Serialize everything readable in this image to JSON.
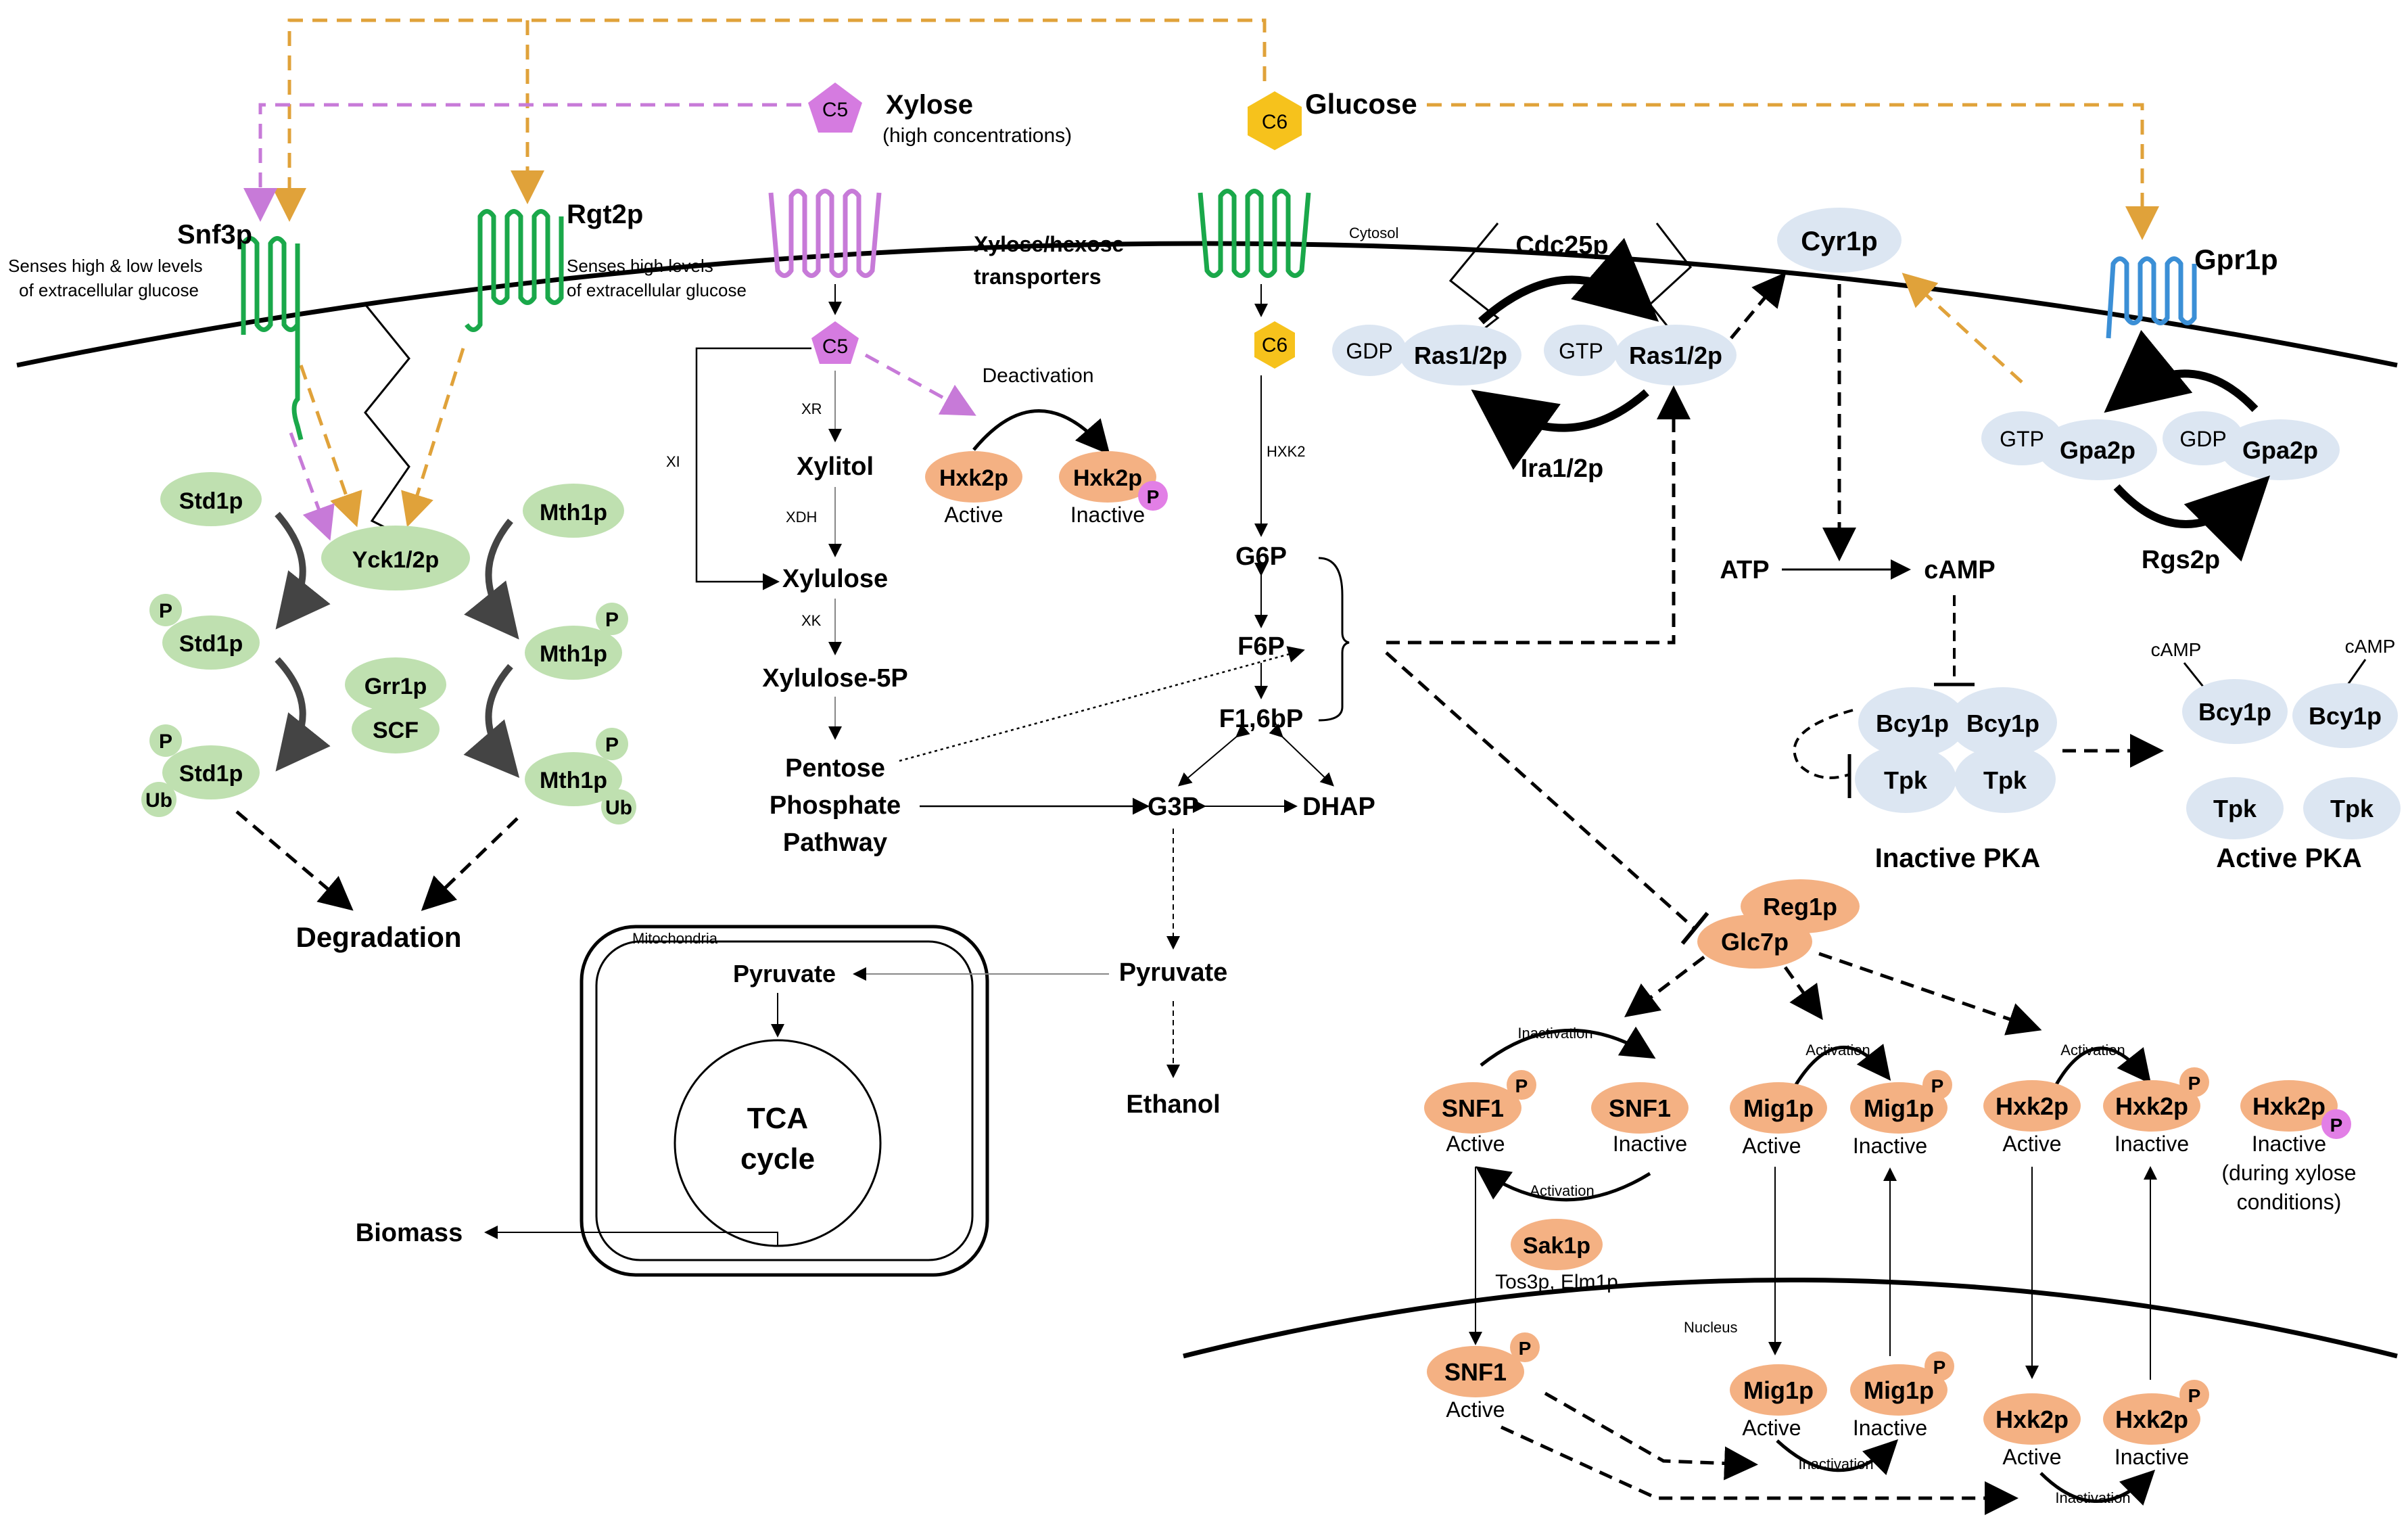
{
  "colors": {
    "magenta": "#c77ad8",
    "orange_arrow": "#e0a23a",
    "green_receptor": "#1aa84a",
    "blue_receptor": "#3b8fd6",
    "light_green": "#bfe0b0",
    "light_blue": "#dce6f2",
    "salmon": "#f4b183",
    "pink_p": "#e27fe6",
    "hex_yellow": "#f6c21c",
    "pent_magenta": "#d57be0"
  },
  "top": {
    "xylose": "Xylose",
    "xylose_note": "(high concentrations)",
    "glucose": "Glucose",
    "c5": "C5",
    "c6": "C6",
    "cytosol": "Cytosol",
    "transporters_l1": "Xylose/hexose",
    "transporters_l2": "transporters"
  },
  "receptors": {
    "snf3p": "Snf3p",
    "snf3p_note1": "Senses high & low levels",
    "snf3p_note2": "of extracellular glucose",
    "rgt2p": "Rgt2p",
    "rgt2p_note1": "Senses high levels",
    "rgt2p_note2": "of extracellular glucose",
    "gpr1p": "Gpr1p",
    "cyr1p": "Cyr1p"
  },
  "degradation": {
    "std1p": "Std1p",
    "mth1p": "Mth1p",
    "yck": "Yck1/2p",
    "grr1p": "Grr1p",
    "scf": "SCF",
    "p": "P",
    "ub": "Ub",
    "degradation": "Degradation"
  },
  "xylose_path": {
    "xr": "XR",
    "xi": "XI",
    "xylitol": "Xylitol",
    "xdh": "XDH",
    "xylulose": "Xylulose",
    "xk": "XK",
    "xylulose5p": "Xylulose-5P",
    "ppp_l1": "Pentose",
    "ppp_l2": "Phosphate",
    "ppp_l3": "Pathway",
    "deactivation": "Deactivation",
    "hxk2p": "Hxk2p",
    "active": "Active",
    "inactive": "Inactive"
  },
  "glycolysis": {
    "hxk2": "HXK2",
    "g6p": "G6P",
    "f6p": "F6P",
    "f16bp": "F1,6bP",
    "g3p": "G3P",
    "dhap": "DHAP",
    "pyruvate": "Pyruvate",
    "ethanol": "Ethanol",
    "mitochondria": "Mitochondria",
    "mito_pyruvate": "Pyruvate",
    "tca1": "TCA",
    "tca2": "cycle",
    "biomass": "Biomass"
  },
  "ras": {
    "cdc25p": "Cdc25p",
    "gdp": "GDP",
    "gtp": "GTP",
    "ras12p": "Ras1/2p",
    "ira12p": "Ira1/2p"
  },
  "pka": {
    "atp": "ATP",
    "camp": "cAMP",
    "bcy1p": "Bcy1p",
    "tpk": "Tpk",
    "inactive_pka": "Inactive PKA",
    "active_pka": "Active PKA",
    "gtp": "GTP",
    "gdp": "GDP",
    "gpa2p": "Gpa2p",
    "rgs2p": "Rgs2p"
  },
  "lower": {
    "reg1p": "Reg1p",
    "glc7p": "Glc7p",
    "inactivation": "Inactivation",
    "activation": "Activation",
    "snf1": "SNF1",
    "mig1p": "Mig1p",
    "hxk2p": "Hxk2p",
    "active": "Active",
    "inactive": "Inactive",
    "during1": "(during xylose",
    "during2": "conditions)",
    "sak1p": "Sak1p",
    "tos3p": "Tos3p, Elm1p",
    "nucleus": "Nucleus",
    "p": "P"
  }
}
